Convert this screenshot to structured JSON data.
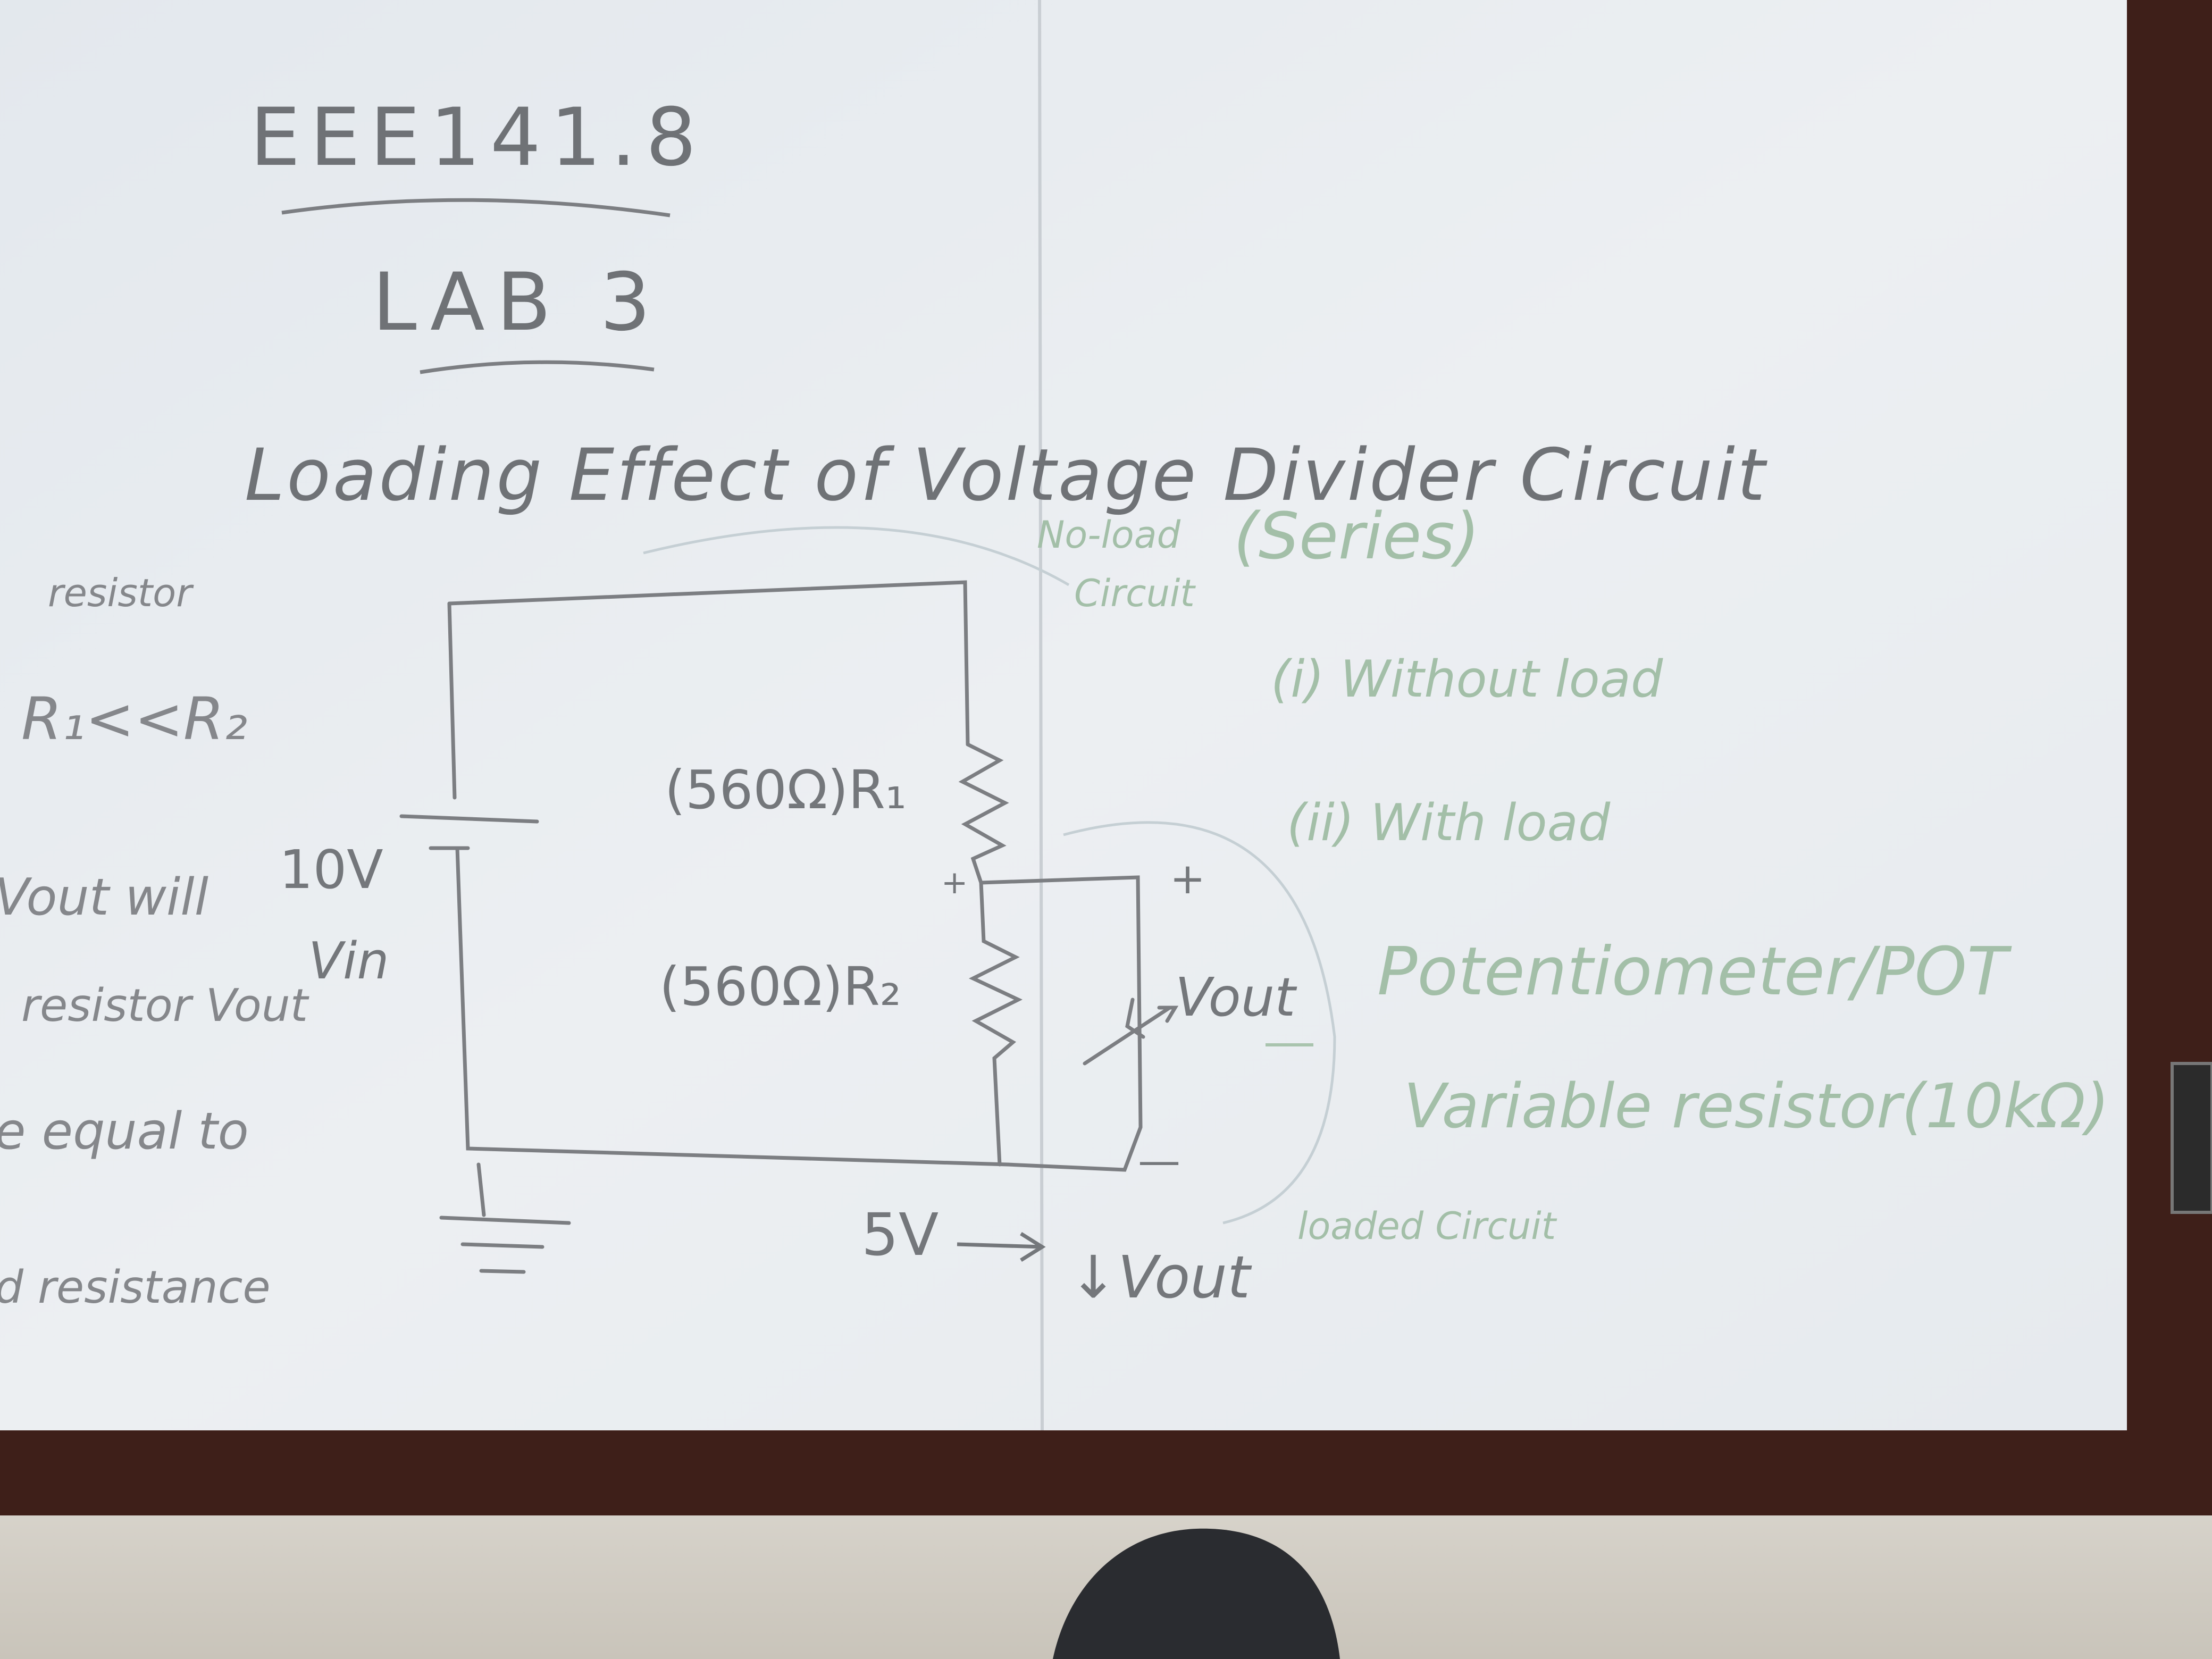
{
  "colors": {
    "wall": "#d3cfc7",
    "frame": "#3e1f19",
    "board": "#e8ecef",
    "board_shadow": "#dfe3e7",
    "pencil_ink": "#7c7e82",
    "green_ink": "#a9c4ae",
    "chair": "#2a2c30"
  },
  "board": {
    "course_code": "EEE141.8",
    "lab_title": "LAB 3",
    "topic": "Loading Effect of Voltage Divider Circuit"
  },
  "left_notes": {
    "line1": "resistor",
    "line2": "R₁<<R₂",
    "line3": "Vout will",
    "line4": "resistor Vout",
    "line5": "e equal to",
    "line6": "d resistance"
  },
  "circuit": {
    "source_voltage": "10V",
    "source_label": "Vin",
    "r1_label": "(560Ω)R₁",
    "r2_label": "(560Ω)R₂",
    "output_label": "Vout",
    "plus_sign": "+",
    "minus_sign": "—",
    "output_value": "5V",
    "output_arrow_label": "↓Vout"
  },
  "green_notes": {
    "no_load": "No-load",
    "circuit_word": "Circuit",
    "series": "(Series)",
    "item1": "(i) Without load",
    "item2": "(ii) With load",
    "pot": "Potentiometer/POT",
    "variable": "Variable resistor(10kΩ)",
    "loaded": "loaded Circuit"
  }
}
